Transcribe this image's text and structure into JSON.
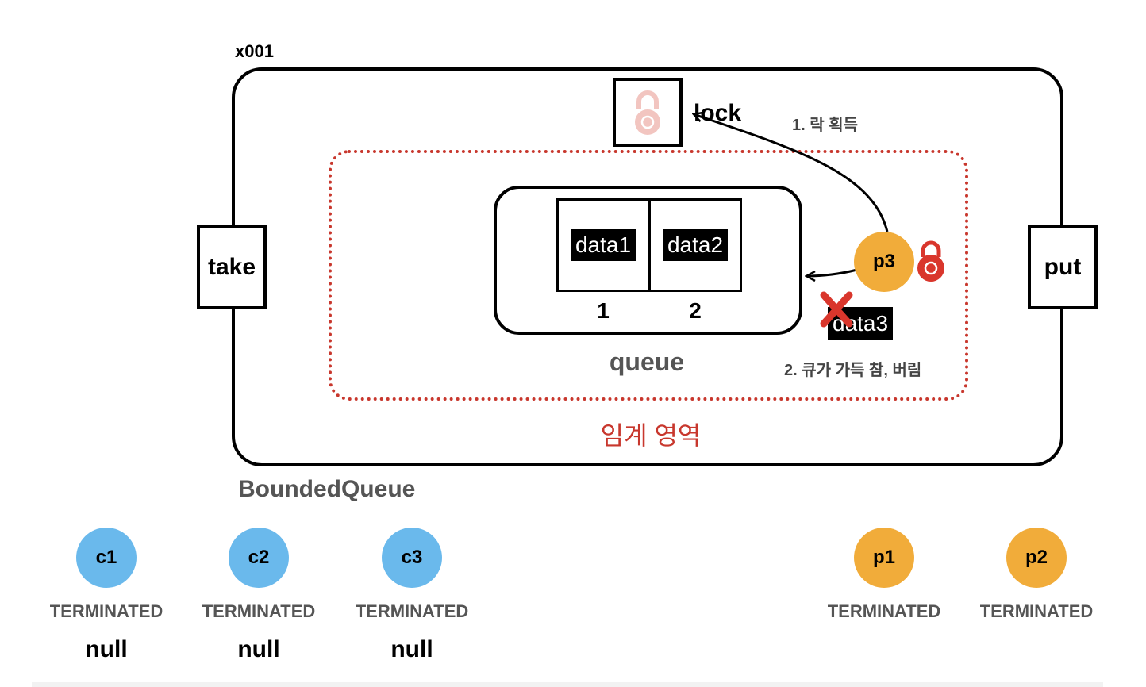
{
  "object_address": "x001",
  "bounded_queue": {
    "label": "BoundedQueue",
    "take_method": "take",
    "put_method": "put",
    "lock_label": "lock",
    "critical_region_label": "임계 영역"
  },
  "queue": {
    "label": "queue",
    "slots": [
      {
        "index": "1",
        "value": "data1"
      },
      {
        "index": "2",
        "value": "data2"
      }
    ]
  },
  "producer_action": {
    "thread": "p3",
    "rejected_data": "data3",
    "step1": "1. 락 획득",
    "step2": "2. 큐가 가득 참, 버림"
  },
  "consumers": [
    {
      "name": "c1",
      "state": "TERMINATED",
      "result": "null"
    },
    {
      "name": "c2",
      "state": "TERMINATED",
      "result": "null"
    },
    {
      "name": "c3",
      "state": "TERMINATED",
      "result": "null"
    }
  ],
  "producers": [
    {
      "name": "p1",
      "state": "TERMINATED"
    },
    {
      "name": "p2",
      "state": "TERMINATED"
    }
  ],
  "colors": {
    "consumer": "#6ab9ec",
    "producer": "#f1ac3a",
    "critical": "#c8372d",
    "lock_faded": "#f2c5c0",
    "lock_held": "#d9362c"
  },
  "icons": [
    "lock-icon",
    "lock-held-icon",
    "reject-x-icon"
  ]
}
